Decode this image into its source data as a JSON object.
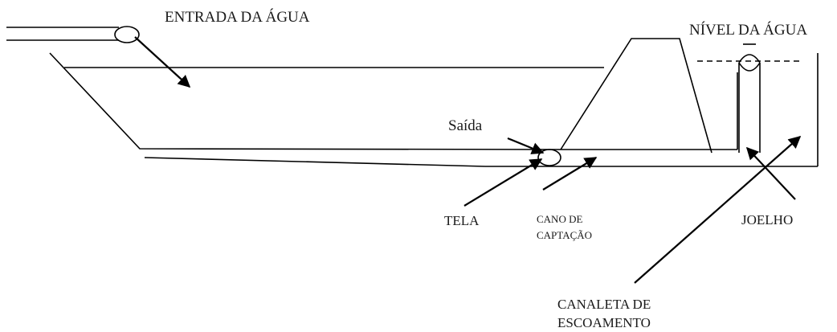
{
  "labels": {
    "entrada": "ENTRADA DA ÁGUA",
    "nivel": "NÍVEL DA ÁGUA",
    "saida": "Saída",
    "tela": "TELA",
    "cano_line1": "CANO DE",
    "cano_line2": "CAPTAÇÃO",
    "joelho": "JOELHO",
    "canaleta_line1": "CANALETA DE",
    "canaleta_line2": "ESCOAMENTO"
  }
}
